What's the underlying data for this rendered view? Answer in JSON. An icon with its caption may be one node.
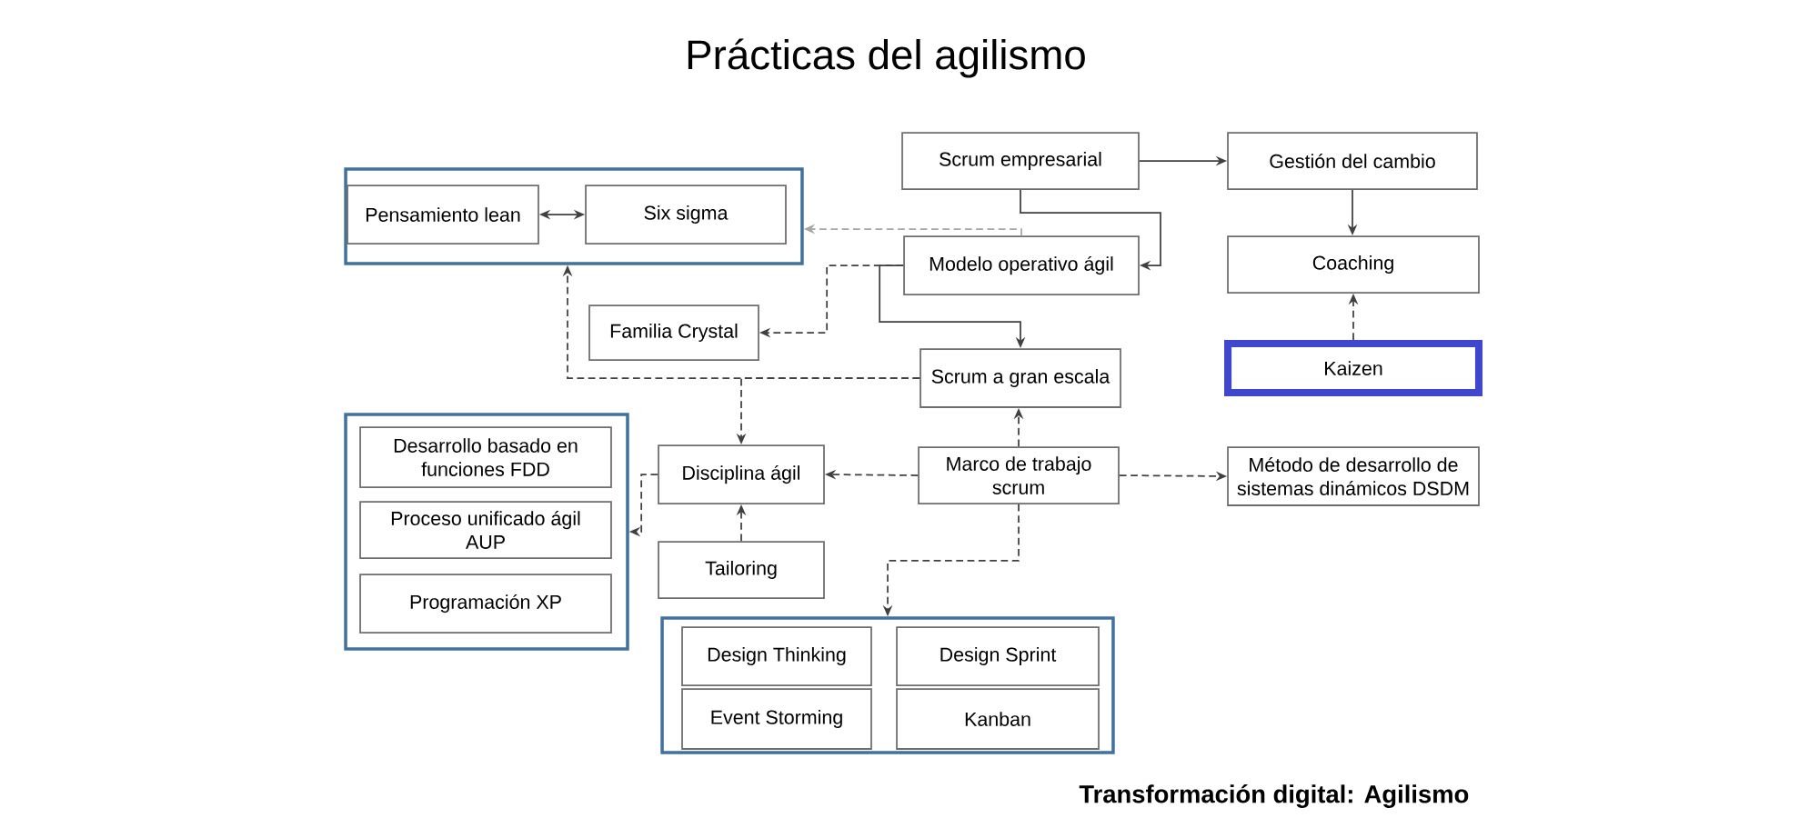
{
  "diagram": {
    "title": "Prácticas del agilismo",
    "caption": "Transformación digital: Agilismo",
    "nodes": [
      {
        "text": [],
        "shape": "box"
      },
      {
        "text": [
          "Pensamiento lean"
        ],
        "in": 0
      },
      {
        "text": [
          "Six sigma"
        ],
        "in": 0
      },
      {
        "text": [
          "Scrum empresarial"
        ]
      },
      {
        "text": [
          "Gestión del cambio"
        ]
      },
      {
        "text": [
          "Modelo operativo ágil"
        ]
      },
      {
        "text": [
          "Coaching"
        ]
      },
      {
        "text": [
          "Familia Crystal"
        ]
      },
      {
        "text": [
          "Scrum a gran escala"
        ]
      },
      {
        "text": [
          "Kaizen"
        ]
      },
      {
        "text": [],
        "shape": "box"
      },
      {
        "text": [
          "Desarrollo basado en funciones FDD"
        ],
        "in": 10
      },
      {
        "text": [
          "Proceso unificado ágil AUP"
        ],
        "in": 10
      },
      {
        "text": [
          "Programación XP"
        ],
        "in": 10
      },
      {
        "text": [
          "Disciplina ágil"
        ]
      },
      {
        "text": [
          "Marco de trabajo scrum"
        ]
      },
      {
        "text": [
          "Método de desarrollo de sistemas dinámicos DSDM"
        ]
      },
      {
        "text": [
          "Tailoring"
        ]
      },
      {
        "text": [],
        "shape": "box"
      },
      {
        "text": [
          "Design Thinking"
        ],
        "in": 18
      },
      {
        "text": [
          "Design Sprint"
        ],
        "in": 18
      },
      {
        "text": [
          "Event Storming"
        ],
        "in": 18
      },
      {
        "text": [
          "Kanban"
        ],
        "in": 18
      }
    ],
    "edges": [
      {
        "from": 1,
        "to": 2,
        "arrow": "both"
      },
      {
        "from": 3,
        "to": 4,
        "arrow": "to"
      },
      {
        "from": 3,
        "to": 5,
        "arrow": "to"
      },
      {
        "from": 4,
        "to": 6,
        "arrow": "to"
      },
      {
        "from": 5,
        "to": 0,
        "arrow": "to",
        "style": "dashed",
        "color": "#a6a6a6"
      },
      {
        "from": 5,
        "to": 7,
        "arrow": "to",
        "style": "dashed"
      },
      {
        "from": 5,
        "to": 8,
        "arrow": "to"
      },
      {
        "from": 8,
        "to": 0,
        "arrow": "to",
        "style": "dashed"
      },
      {
        "from": 8,
        "to": 14,
        "arrow": "to",
        "style": "dashed"
      },
      {
        "from": 9,
        "to": 6,
        "arrow": "to",
        "style": "dashed"
      },
      {
        "from": 15,
        "to": 8,
        "arrow": "to",
        "style": "dashed"
      },
      {
        "from": 15,
        "to": 14,
        "arrow": "to",
        "style": "dashed"
      },
      {
        "from": 15,
        "to": 16,
        "arrow": "to",
        "style": "dashed"
      },
      {
        "from": 15,
        "to": 18,
        "arrow": "to",
        "style": "dashed"
      },
      {
        "from": 14,
        "to": 10,
        "arrow": "to",
        "style": "dashed"
      },
      {
        "from": 17,
        "to": 14,
        "arrow": "to",
        "style": "dashed"
      }
    ]
  }
}
